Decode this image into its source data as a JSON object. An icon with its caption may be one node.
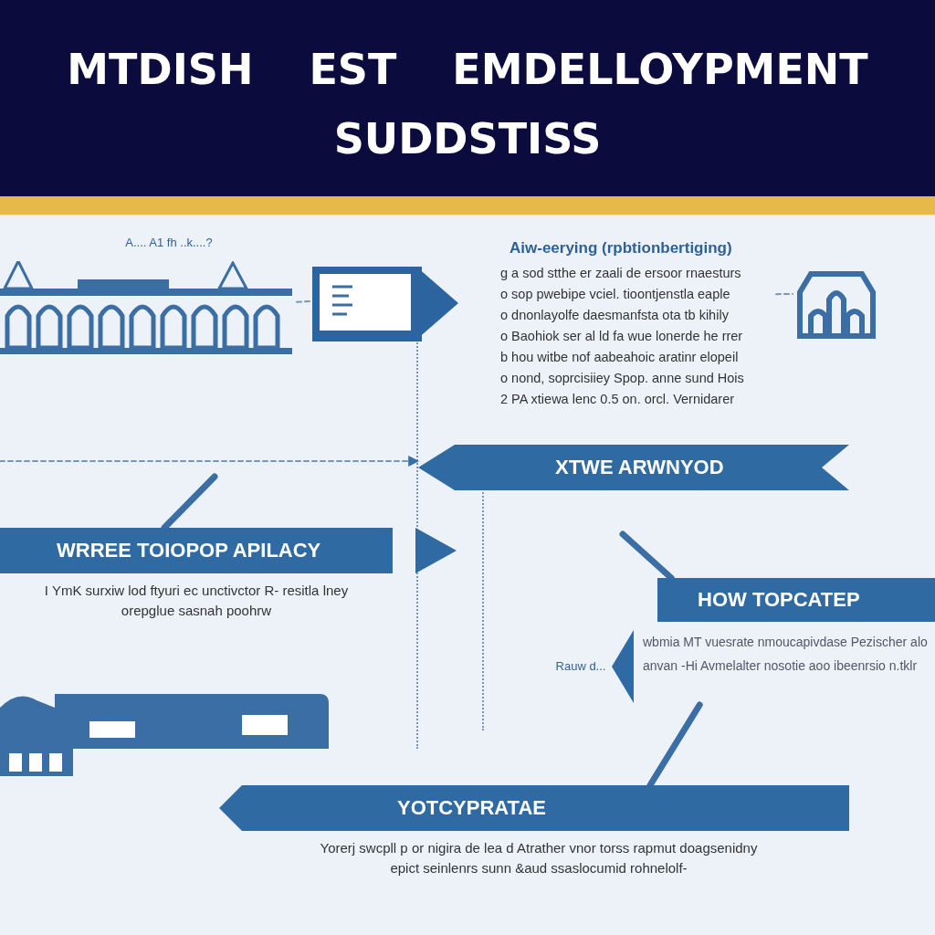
{
  "diagram": {
    "title": "MTDISH EST EMDELLOYPMENT SUDDSTISS",
    "nodes": [
      {
        "text": [],
        "shape": "picture",
        "beside": [
          "A.... A1 fh ..k....?"
        ]
      },
      {
        "text": [],
        "shape": "picture"
      },
      {
        "text": [
          "Aiw-eerying (rpbtionbertiging)",
          "g a sod stthe er zaali de ersoor rnaesturs",
          "o sop pwebipe vciel. tioontjenstla eaple",
          "o dnonlayolfe daesmanfsta ota tb kihily",
          "o Baohiok ser al ld fa wue lonerde he rrer",
          "b hou witbe nof aabeahoic aratinr elopeil",
          "o nond, soprcisiiey Spop. anne sund Hois",
          "2 PA xtiewa lenc 0.5 on. orcl. Vernidarer"
        ]
      },
      {
        "text": [],
        "shape": "picture"
      },
      {
        "text": [
          "XTWE ARWNYOD"
        ]
      },
      {
        "text": [
          "WRREE TOIOPOP APILACY",
          "I YmK surxiw lod ftyuri ec unctivctor R- resitla lney orepglue sasnah poohrw"
        ]
      },
      {
        "text": [
          "HOW TOPCATEP"
        ]
      },
      {
        "text": [
          "wbmia MT vuesrate nmoucapivdase Pezischer alo anvan -Hi Avmelalter nosotie aoo ibeenrsio n.tklr"
        ],
        "beside": [
          "Rauw d..."
        ]
      },
      {
        "text": [],
        "shape": "picture"
      },
      {
        "text": [
          "YOTCYPRATAE",
          "Yorerj swcpll p or nigira de lea d Atrather vnor torss rapmut doagsenidny epict seinlenrs sunn &aud ssaslocumid rohnelolf-"
        ]
      }
    ],
    "edges": [
      {
        "from": 0,
        "to": 1,
        "arrow": "none",
        "style": "dashed"
      },
      {
        "from": 2,
        "to": 3,
        "arrow": "none",
        "style": "dashed"
      },
      {
        "from": null,
        "to": 4,
        "arrow": "to",
        "style": "dashed"
      },
      {
        "from": 5,
        "to": null,
        "arrow": "none",
        "style": "thick"
      },
      {
        "from": 6,
        "to": null,
        "arrow": "none",
        "style": "thick"
      },
      {
        "from": 9,
        "to": 7,
        "arrow": "none",
        "style": "thick"
      }
    ]
  }
}
